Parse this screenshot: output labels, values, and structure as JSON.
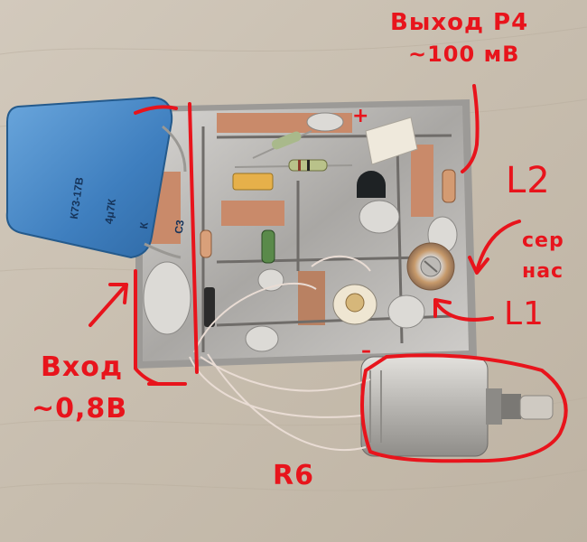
{
  "annotations": {
    "output_line1": "Выход Р4",
    "output_line2": "~100 мВ",
    "input_line1": "Вход",
    "input_line2": "~0,8В",
    "l2": "L2",
    "l1": "L1",
    "core_line1": "сер",
    "core_line2": "нас",
    "r6": "R6",
    "plus": "+",
    "minus": "–"
  },
  "capacitor_marking": {
    "line1": "К73-17В",
    "line2": "4μ7К",
    "line3": "К",
    "line4": "С3"
  },
  "colors": {
    "annotation_red": "#e8141c",
    "wood": "#c9bfb1",
    "tin": "#b9b6b1",
    "copper": "#c98a6a",
    "capacitor_blue": "#3f7fbf"
  }
}
